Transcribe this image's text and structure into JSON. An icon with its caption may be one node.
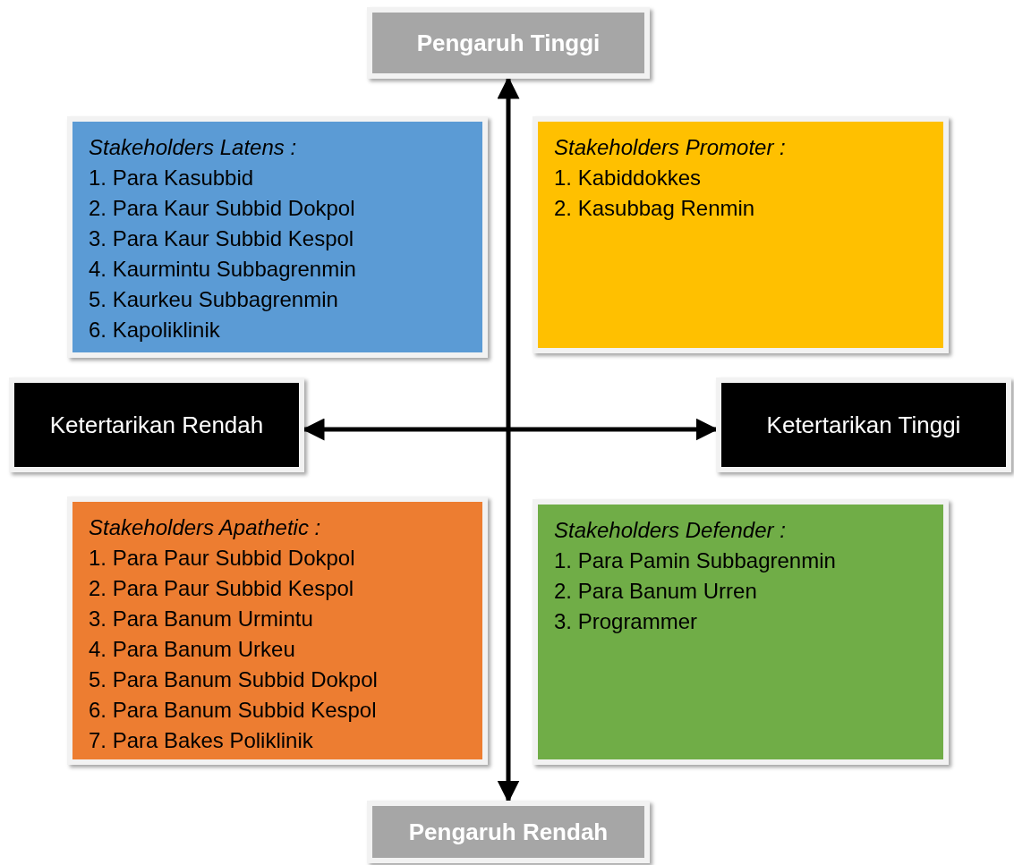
{
  "diagram": {
    "nodes": [
      {
        "text": [
          "Pengaruh Tinggi"
        ]
      },
      {
        "text": [
          "Stakeholders Latens :",
          "1. Para Kasubbid",
          "2. Para Kaur Subbid Dokpol",
          "3. Para Kaur Subbid Kespol",
          "4. Kaurmintu Subbagrenmin",
          "5. Kaurkeu Subbagrenmin",
          "6. Kapoliklinik"
        ]
      },
      {
        "text": [
          "Stakeholders Promoter :",
          "1. Kabiddokkes",
          "2. Kasubbag Renmin"
        ]
      },
      {
        "text": [
          "Ketertarikan Rendah"
        ]
      },
      {
        "text": [
          "Ketertarikan Tinggi"
        ]
      },
      {
        "text": [
          "Stakeholders Apathetic :",
          "1. Para Paur Subbid Dokpol",
          "2. Para Paur Subbid Kespol",
          "3. Para Banum Urmintu",
          "4. Para Banum Urkeu",
          "5. Para Banum Subbid Dokpol",
          "6. Para Banum Subbid Kespol",
          "7. Para Bakes Poliklinik"
        ]
      },
      {
        "text": [
          "Stakeholders Defender :",
          "1. Para Pamin Subbagrenmin",
          "2. Para Banum Urren",
          "3. Programmer"
        ]
      },
      {
        "text": [
          "Pengaruh Rendah"
        ]
      }
    ],
    "edges": [
      {
        "from": 0,
        "to": 7,
        "arrow": "both"
      },
      {
        "from": 3,
        "to": 4,
        "arrow": "both"
      }
    ]
  }
}
